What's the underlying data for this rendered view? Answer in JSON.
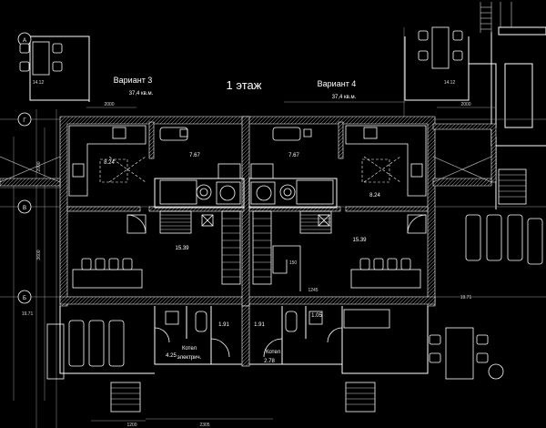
{
  "floor_title": "1 этаж",
  "variants": [
    {
      "name": "Вариант 3",
      "area": "37,4 кв.м."
    },
    {
      "name": "Вариант 4",
      "area": "37,4 кв.м."
    }
  ],
  "room_areas": {
    "left_kitchen": "8.24",
    "right_kitchen": "8.24",
    "left_bath": "7.67",
    "right_bath": "7.67",
    "left_living": "15.39",
    "right_living": "15.39",
    "left_wc": "1.91",
    "right_wc": "1.91",
    "corridor": "1.05",
    "boiler_left": "4.25",
    "boiler_right": "2.78",
    "terrace_tl": "14.12",
    "terrace_tr": "14.12",
    "terrace_ll": "19.71",
    "terrace_rr": "19.71"
  },
  "room_notes": {
    "boiler_left_1": "Котел",
    "boiler_left_2": "электрич.",
    "boiler_right_1": "Котел"
  },
  "axis_labels": [
    "Г",
    "В",
    "Б",
    "А"
  ],
  "dimensions": {
    "d2000a": "2000",
    "d2000b": "2000",
    "d2000c": "2000",
    "d3600": "3600",
    "d1245": "1245",
    "d150": "150",
    "d1200": "1200",
    "d2305": "2305"
  }
}
